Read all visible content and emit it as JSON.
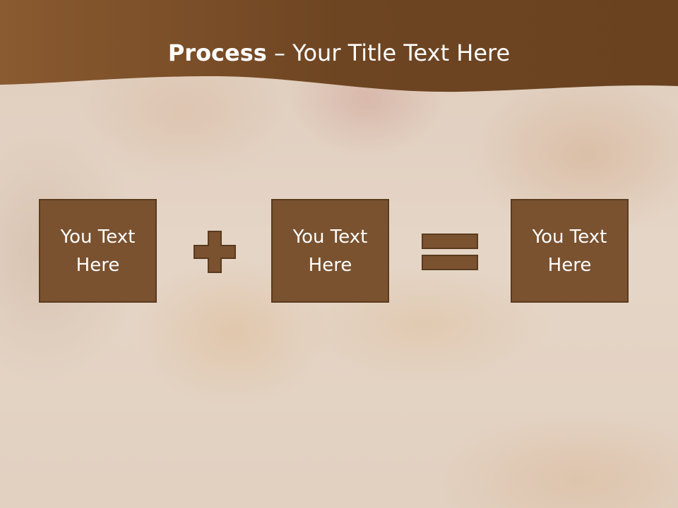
{
  "title": {
    "bold": "Process",
    "rest": " – Your Title Text Here"
  },
  "boxes": [
    {
      "label": "You Text Here"
    },
    {
      "label": "You Text Here"
    },
    {
      "label": "You Text Here"
    }
  ],
  "operators": [
    "plus-icon",
    "equals-icon"
  ],
  "colors": {
    "banner": "#7a4f2a",
    "box_fill": "#7a5230",
    "box_border": "#5a3a1e",
    "title_text": "#ffffff"
  }
}
